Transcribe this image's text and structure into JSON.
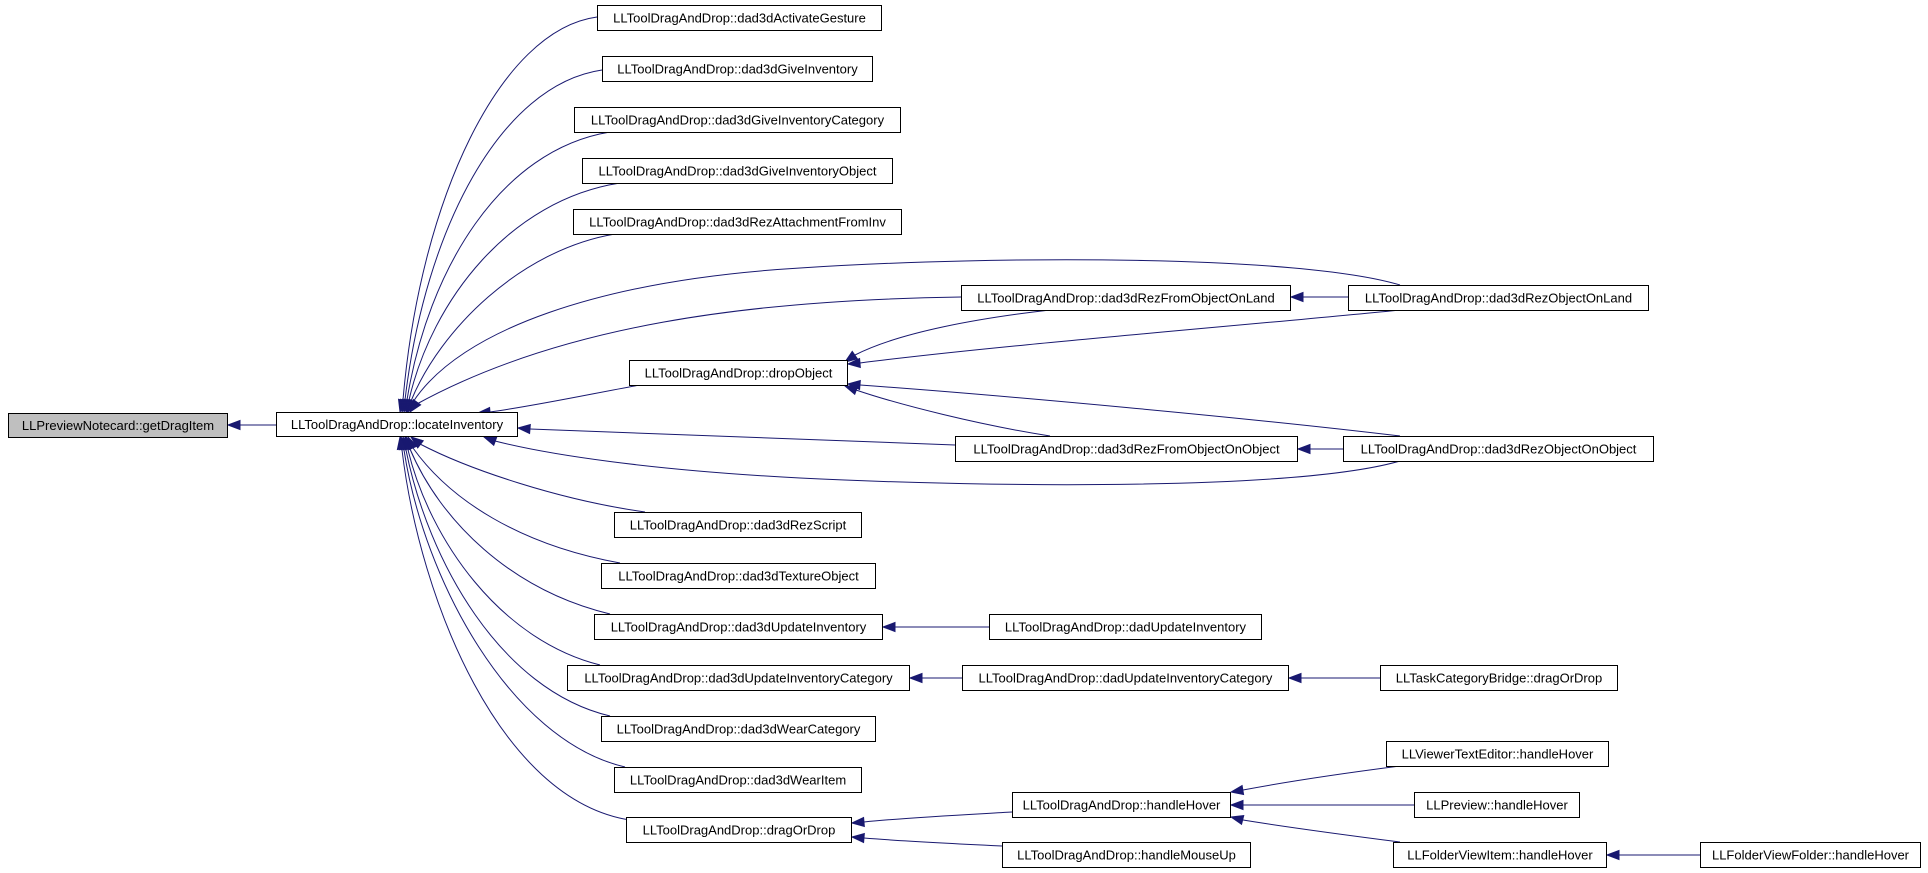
{
  "diagram": {
    "title": "",
    "edge_color": "#191970",
    "highlight_color": "#bfbfbf",
    "nodes": [
      {
        "id": "getDragItem",
        "label": "LLPreviewNotecard::getDragItem",
        "highlight": true
      },
      {
        "id": "locateInventory",
        "label": "LLToolDragAndDrop::locateInventory"
      },
      {
        "id": "dad3dActivateGesture",
        "label": "LLToolDragAndDrop::dad3dActivateGesture"
      },
      {
        "id": "dad3dGiveInventory",
        "label": "LLToolDragAndDrop::dad3dGiveInventory"
      },
      {
        "id": "dad3dGiveInventoryCategory",
        "label": "LLToolDragAndDrop::dad3dGiveInventoryCategory"
      },
      {
        "id": "dad3dGiveInventoryObject",
        "label": "LLToolDragAndDrop::dad3dGiveInventoryObject"
      },
      {
        "id": "dad3dRezAttachmentFromInv",
        "label": "LLToolDragAndDrop::dad3dRezAttachmentFromInv"
      },
      {
        "id": "dad3dRezFromObjectOnLand",
        "label": "LLToolDragAndDrop::dad3dRezFromObjectOnLand"
      },
      {
        "id": "dad3dRezObjectOnLand",
        "label": "LLToolDragAndDrop::dad3dRezObjectOnLand"
      },
      {
        "id": "dropObject",
        "label": "LLToolDragAndDrop::dropObject"
      },
      {
        "id": "dad3dRezFromObjectOnObject",
        "label": "LLToolDragAndDrop::dad3dRezFromObjectOnObject"
      },
      {
        "id": "dad3dRezObjectOnObject",
        "label": "LLToolDragAndDrop::dad3dRezObjectOnObject"
      },
      {
        "id": "dad3dRezScript",
        "label": "LLToolDragAndDrop::dad3dRezScript"
      },
      {
        "id": "dad3dTextureObject",
        "label": "LLToolDragAndDrop::dad3dTextureObject"
      },
      {
        "id": "dad3dUpdateInventory",
        "label": "LLToolDragAndDrop::dad3dUpdateInventory"
      },
      {
        "id": "dadUpdateInventory",
        "label": "LLToolDragAndDrop::dadUpdateInventory"
      },
      {
        "id": "dad3dUpdateInventoryCategory",
        "label": "LLToolDragAndDrop::dad3dUpdateInventoryCategory"
      },
      {
        "id": "dadUpdateInventoryCategory",
        "label": "LLToolDragAndDrop::dadUpdateInventoryCategory"
      },
      {
        "id": "taskDragOrDrop",
        "label": "LLTaskCategoryBridge::dragOrDrop"
      },
      {
        "id": "dad3dWearCategory",
        "label": "LLToolDragAndDrop::dad3dWearCategory"
      },
      {
        "id": "dad3dWearItem",
        "label": "LLToolDragAndDrop::dad3dWearItem"
      },
      {
        "id": "handleHover",
        "label": "LLToolDragAndDrop::handleHover"
      },
      {
        "id": "viewerTextEditorHover",
        "label": "LLViewerTextEditor::handleHover"
      },
      {
        "id": "previewHover",
        "label": "LLPreview::handleHover"
      },
      {
        "id": "dragOrDrop",
        "label": "LLToolDragAndDrop::dragOrDrop"
      },
      {
        "id": "handleMouseUp",
        "label": "LLToolDragAndDrop::handleMouseUp"
      },
      {
        "id": "folderViewItemHover",
        "label": "LLFolderViewItem::handleHover"
      },
      {
        "id": "folderViewFolderHover",
        "label": "LLFolderViewFolder::handleHover"
      }
    ],
    "edges": [
      {
        "from": "locateInventory",
        "to": "getDragItem"
      },
      {
        "from": "dad3dActivateGesture",
        "to": "locateInventory"
      },
      {
        "from": "dad3dGiveInventory",
        "to": "locateInventory"
      },
      {
        "from": "dad3dGiveInventoryCategory",
        "to": "locateInventory"
      },
      {
        "from": "dad3dGiveInventoryObject",
        "to": "locateInventory"
      },
      {
        "from": "dad3dRezAttachmentFromInv",
        "to": "locateInventory"
      },
      {
        "from": "dad3dRezObjectOnLand",
        "to": "locateInventory"
      },
      {
        "from": "dad3dRezFromObjectOnLand",
        "to": "locateInventory"
      },
      {
        "from": "dropObject",
        "to": "locateInventory"
      },
      {
        "from": "dad3dRezFromObjectOnObject",
        "to": "locateInventory"
      },
      {
        "from": "dad3dRezObjectOnObject",
        "to": "locateInventory"
      },
      {
        "from": "dad3dRezScript",
        "to": "locateInventory"
      },
      {
        "from": "dad3dTextureObject",
        "to": "locateInventory"
      },
      {
        "from": "dad3dUpdateInventory",
        "to": "locateInventory"
      },
      {
        "from": "dad3dUpdateInventoryCategory",
        "to": "locateInventory"
      },
      {
        "from": "dad3dWearCategory",
        "to": "locateInventory"
      },
      {
        "from": "dad3dWearItem",
        "to": "locateInventory"
      },
      {
        "from": "dragOrDrop",
        "to": "locateInventory"
      },
      {
        "from": "dad3dRezObjectOnLand",
        "to": "dad3dRezFromObjectOnLand"
      },
      {
        "from": "dad3dRezFromObjectOnLand",
        "to": "dropObject"
      },
      {
        "from": "dad3dRezObjectOnLand",
        "to": "dropObject"
      },
      {
        "from": "dad3dRezObjectOnObject",
        "to": "dropObject"
      },
      {
        "from": "dad3dRezFromObjectOnObject",
        "to": "dropObject"
      },
      {
        "from": "dad3dRezObjectOnObject",
        "to": "dad3dRezFromObjectOnObject"
      },
      {
        "from": "dadUpdateInventory",
        "to": "dad3dUpdateInventory"
      },
      {
        "from": "dadUpdateInventoryCategory",
        "to": "dad3dUpdateInventoryCategory"
      },
      {
        "from": "taskDragOrDrop",
        "to": "dadUpdateInventoryCategory"
      },
      {
        "from": "handleHover",
        "to": "dragOrDrop"
      },
      {
        "from": "handleMouseUp",
        "to": "dragOrDrop"
      },
      {
        "from": "viewerTextEditorHover",
        "to": "handleHover"
      },
      {
        "from": "previewHover",
        "to": "handleHover"
      },
      {
        "from": "folderViewItemHover",
        "to": "handleHover"
      },
      {
        "from": "folderViewFolderHover",
        "to": "folderViewItemHover"
      }
    ]
  }
}
